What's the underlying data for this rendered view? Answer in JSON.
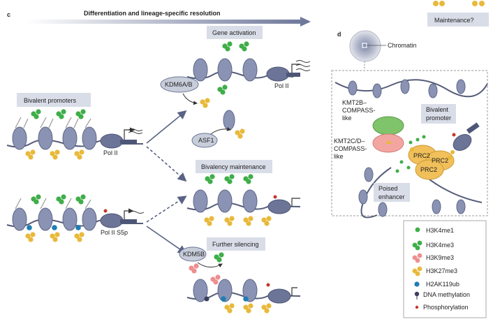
{
  "panel_c": {
    "letter": "c",
    "arrow_title": "Differentiation and lineage-specific resolution",
    "bivalent_promoters": "Bivalent promoters",
    "gene_activation": "Gene activation",
    "bivalency_maintenance": "Bivalency maintenance",
    "further_silencing": "Further silencing",
    "maintenance_q": "Maintenance?",
    "kdm6": "KDM6A/B",
    "asf1": "ASF1",
    "kdm5b": "KDM5B",
    "pol2": "Pol II",
    "pol2_active": "Pol II",
    "pol2_s5p": "Pol II S5p"
  },
  "panel_d": {
    "letter": "d",
    "chromatin": "Chromatin",
    "kmt2b_line1": "KMT2B–",
    "kmt2b_line2": "COMPASS-",
    "kmt2b_line3": "like",
    "kmt2c_line1": "KMT2C/D–",
    "kmt2c_line2": "COMPASS-",
    "kmt2c_line3": "like",
    "bivalent_line1": "Bivalent",
    "bivalent_line2": "promoter",
    "poised_line1": "Poised",
    "poised_line2": "enhancer",
    "prc2_a": "PRC2",
    "prc2_b": "PRC2",
    "prc2_c": "PRC2"
  },
  "legend": [
    {
      "label": "H3K4me1",
      "icon": "green-single-icon"
    },
    {
      "label": "H3K4me3",
      "icon": "green-triple-icon"
    },
    {
      "label": "H3K9me3",
      "icon": "pink-triple-icon"
    },
    {
      "label": "H3K27me3",
      "icon": "yellow-triple-icon"
    },
    {
      "label": "H2AK119ub",
      "icon": "blue-dot-icon"
    },
    {
      "label": "DNA methylation",
      "icon": "lollipop-icon"
    },
    {
      "label": "Phosphorylation",
      "icon": "red-dot-icon"
    }
  ],
  "colors": {
    "nucleosome": "#8a93b4",
    "nucleosome_dark": "#5e6789",
    "label_box": "#d9dde8",
    "arrow": "#5a6384",
    "green": "#3fae49",
    "yellow": "#e8b93a",
    "pink": "#ee8f8f",
    "blue": "#1f7db5",
    "red": "#c0392b",
    "kmt2b": "#7fc36a",
    "kmt2c": "#f3a6a1",
    "prc2": "#f1c05a"
  }
}
